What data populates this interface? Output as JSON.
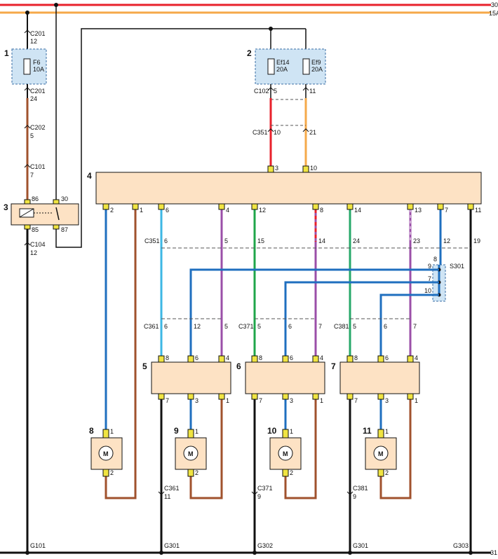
{
  "rails": {
    "top_red": "30",
    "top_orange": "15A",
    "bottom": "31"
  },
  "components": {
    "c1": "1",
    "c2": "2",
    "c3": "3",
    "c4": "4",
    "c5": "5",
    "c6": "6",
    "c7": "7",
    "c8": "8",
    "c9": "9",
    "c10": "10",
    "c11": "11"
  },
  "fuses": {
    "f6": {
      "name": "F6",
      "rating": "10A"
    },
    "ef14": {
      "name": "Ef14",
      "rating": "20A"
    },
    "ef9": {
      "name": "Ef9",
      "rating": "20A"
    }
  },
  "connectors": {
    "c201a": "C201",
    "c201a_pin": "12",
    "c201b": "C201",
    "c201b_pin": "24",
    "c202": "C202",
    "c202_pin": "5",
    "c101": "C101",
    "c101_pin": "7",
    "c104": "C104",
    "c104_pin": "12",
    "c102": "C102",
    "c102_p1": "5",
    "c102_p2": "11",
    "c351_top": "C351",
    "c351_top_p1": "10",
    "c351_top_p2": "21",
    "c351": "C351",
    "c361": "C361",
    "c371": "C371",
    "c381": "C381",
    "c361_b": "C361",
    "c361_b_pin": "11",
    "c371_b": "C371",
    "c371_b_pin": "9",
    "c381_b": "C381",
    "c381_b_pin": "9",
    "s301": "S301"
  },
  "relay_pins": {
    "p86": "86",
    "p85": "85",
    "p30": "30",
    "p87": "87"
  },
  "module4_pins_top": {
    "p3": "3",
    "p10": "10"
  },
  "module4_pins_bottom": [
    "2",
    "1",
    "6",
    "4",
    "12",
    "8",
    "14",
    "13",
    "7",
    "11"
  ],
  "c351_pins": [
    "6",
    "5",
    "15",
    "14",
    "24",
    "23",
    "12",
    "19"
  ],
  "s301_pins": [
    "8",
    "9",
    "7",
    "10"
  ],
  "c361_pins": [
    "6",
    "12",
    "5"
  ],
  "c371_pins": [
    "5",
    "6",
    "7"
  ],
  "c381_pins": [
    "5",
    "6",
    "7"
  ],
  "switch_top_pins": [
    "8",
    "6",
    "4"
  ],
  "switch_bottom_pins": [
    "7",
    "3",
    "1"
  ],
  "motor_pins": {
    "top": "1",
    "bottom": "2"
  },
  "motor_symbol": "M",
  "grounds": {
    "g101": "G101",
    "g301a": "G301",
    "g302": "G302",
    "g301b": "G301",
    "g303": "G303"
  },
  "colors": {
    "red": "#e8212b",
    "orange": "#f5a94a",
    "brown": "#a0522d",
    "black": "#111111",
    "blue": "#1f6fbf",
    "light_blue": "#3db7e4",
    "violet": "#9b4fa8",
    "green": "#1fa64a",
    "box_fill": "#fde2c4",
    "fuse_box_fill": "#cfe4f4",
    "pin_yellow": "#f0e442"
  }
}
